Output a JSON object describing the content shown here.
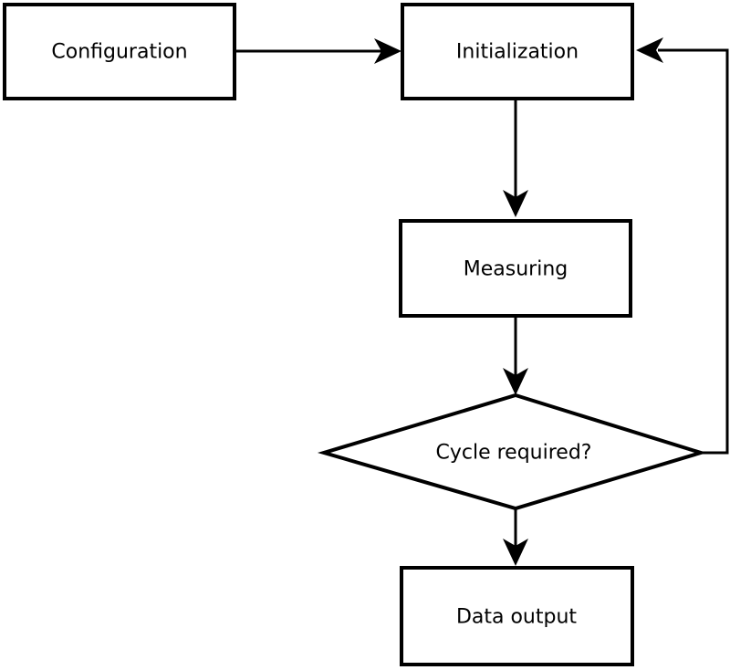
{
  "diagram": {
    "type": "flowchart",
    "background_color": "#ffffff",
    "stroke_color": "#000000",
    "text_color": "#000000",
    "node_fill_color": "#ffffff",
    "nodes": [
      {
        "id": "configuration",
        "label": "Configuration",
        "shape": "rectangle"
      },
      {
        "id": "initialization",
        "label": "Initialization",
        "shape": "rectangle"
      },
      {
        "id": "measuring",
        "label": "Measuring",
        "shape": "rectangle"
      },
      {
        "id": "cycle_required",
        "label": "Cycle required?",
        "shape": "diamond"
      },
      {
        "id": "data_output",
        "label": "Data output",
        "shape": "rectangle"
      }
    ],
    "edges": [
      {
        "from": "configuration",
        "to": "initialization",
        "label": ""
      },
      {
        "from": "initialization",
        "to": "measuring",
        "label": ""
      },
      {
        "from": "measuring",
        "to": "cycle_required",
        "label": ""
      },
      {
        "from": "cycle_required",
        "to": "data_output",
        "label": ""
      },
      {
        "from": "cycle_required",
        "to": "initialization",
        "label": "",
        "style": "loop-back-right"
      }
    ]
  }
}
